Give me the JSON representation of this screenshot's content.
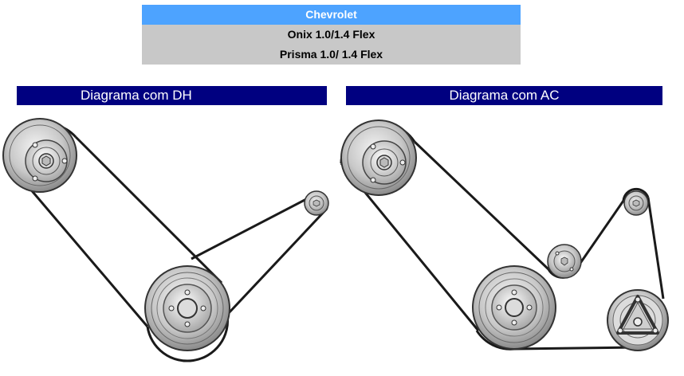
{
  "header": {
    "brand": "Chevrolet",
    "models": [
      "Onix 1.0/1.4 Flex",
      "Prisma 1.0/ 1.4 Flex"
    ]
  },
  "diagrams": {
    "left_title": "Diagrama com DH",
    "right_title": "Diagrama com AC"
  },
  "colors": {
    "brand_bar": "#4da3ff",
    "model_bar": "#c8c8c8",
    "section_bar": "#000080",
    "belt": "#1a1a1a"
  }
}
